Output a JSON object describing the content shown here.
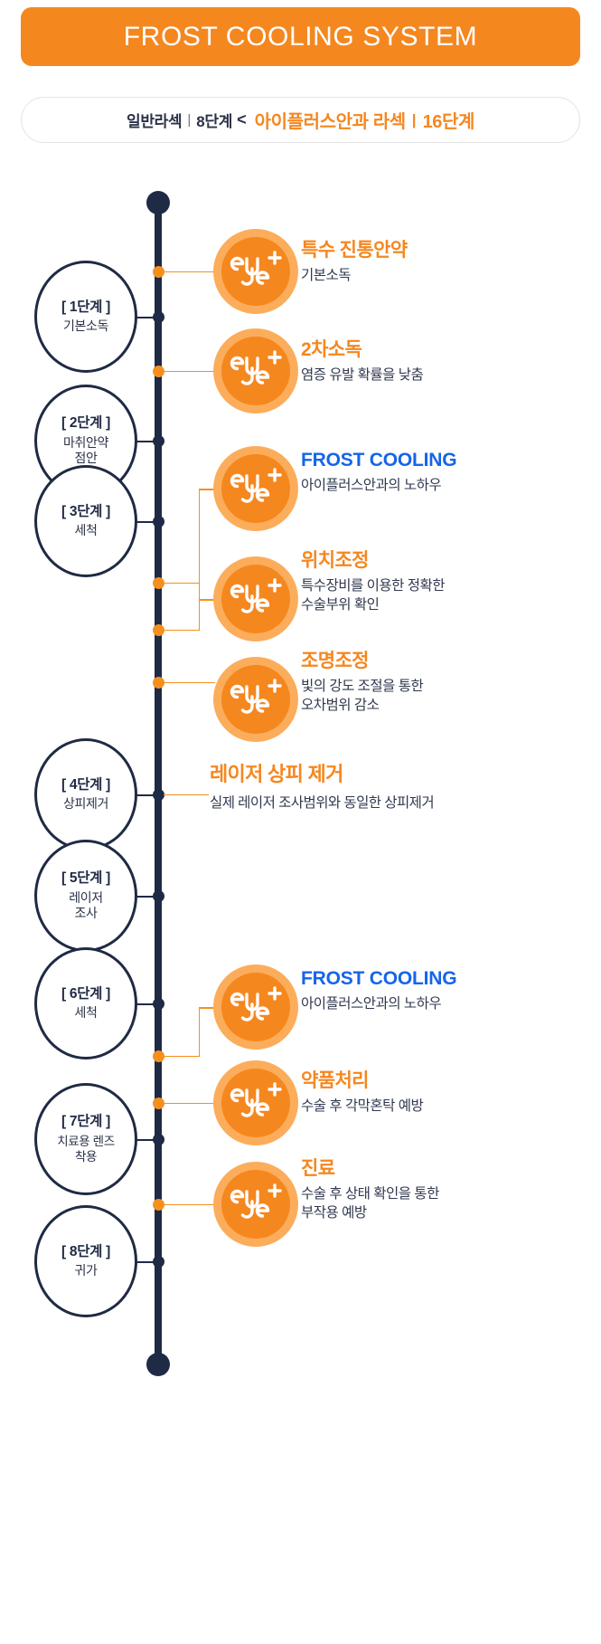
{
  "header": {
    "title": "FROST COOLING SYSTEM",
    "banner_color": "#F5871F"
  },
  "compare": {
    "standard_label": "일반라섹",
    "separator": "|",
    "standard_steps": "8단계",
    "lt": "<",
    "highlight_label": "아이플러스안과 라섹",
    "highlight_separator": "|",
    "highlight_steps": "16단계",
    "highlight_color": "#F5871F"
  },
  "timeline": {
    "spine_color": "#1F2A44",
    "accent_color": "#F5901E",
    "blue_color": "#1565E8"
  },
  "steps": [
    {
      "no": "[ 1단계 ]",
      "label": "기본소독"
    },
    {
      "no": "[ 2단계 ]",
      "label": "마취안약\n점안"
    },
    {
      "no": "[ 3단계 ]",
      "label": "세척"
    },
    {
      "no": "[ 4단계 ]",
      "label": "상피제거"
    },
    {
      "no": "[ 5단계 ]",
      "label": "레이저\n조사"
    },
    {
      "no": "[ 6단계 ]",
      "label": "세척"
    },
    {
      "no": "[ 7단계 ]",
      "label": "치료용 렌즈\n착용"
    },
    {
      "no": "[ 8단계 ]",
      "label": "귀가"
    }
  ],
  "entries": [
    {
      "icon": "eye-plus-logo",
      "heading": "특수 진통안약",
      "heading_style": "orange",
      "desc": "기본소독"
    },
    {
      "icon": "eye-plus-logo",
      "heading": "2차소독",
      "heading_style": "orange",
      "desc": "염증 유발 확률을 낮춤"
    },
    {
      "icon": "eye-plus-logo",
      "heading": "FROST COOLING",
      "heading_style": "blue",
      "desc": "아이플러스안과의 노하우"
    },
    {
      "icon": "eye-plus-logo",
      "heading": "위치조정",
      "heading_style": "orange",
      "desc": "특수장비를 이용한 정확한\n수술부위 확인"
    },
    {
      "icon": "eye-plus-logo",
      "heading": "조명조정",
      "heading_style": "orange",
      "desc": "빛의 강도 조절을 통한\n오차범위 감소"
    },
    {
      "icon": "eye-plus-logo",
      "heading": "FROST COOLING",
      "heading_style": "blue",
      "desc": "아이플러스안과의 노하우"
    },
    {
      "icon": "eye-plus-logo",
      "heading": "약품처리",
      "heading_style": "orange",
      "desc": "수술 후 각막혼탁 예방"
    },
    {
      "icon": "eye-plus-logo",
      "heading": "진료",
      "heading_style": "orange",
      "desc": "수술 후 상태 확인을 통한\n부작용 예방"
    }
  ],
  "laser_entry": {
    "heading": "레이저 상피 제거",
    "desc": "실제 레이저 조사범위와 동일한 상피제거"
  }
}
